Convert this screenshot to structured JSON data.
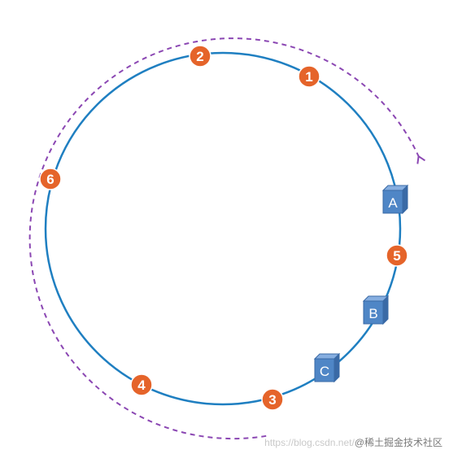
{
  "diagram": {
    "ring_color": "#1f7fc1",
    "arrow_color": "#8b47b3",
    "node_color": "#e5642a",
    "server_color": "#4f86c6",
    "server_top_color": "#86aee0",
    "server_side_color": "#3a6aa6",
    "nodes": [
      {
        "label": "1"
      },
      {
        "label": "2"
      },
      {
        "label": "6"
      },
      {
        "label": "4"
      },
      {
        "label": "3"
      },
      {
        "label": "5"
      }
    ],
    "servers": [
      {
        "label": "A"
      },
      {
        "label": "B"
      },
      {
        "label": "C"
      }
    ]
  },
  "watermark": {
    "url_text": "https://blog.csdn.net/",
    "brand_text": "@稀土掘金技术社区"
  }
}
